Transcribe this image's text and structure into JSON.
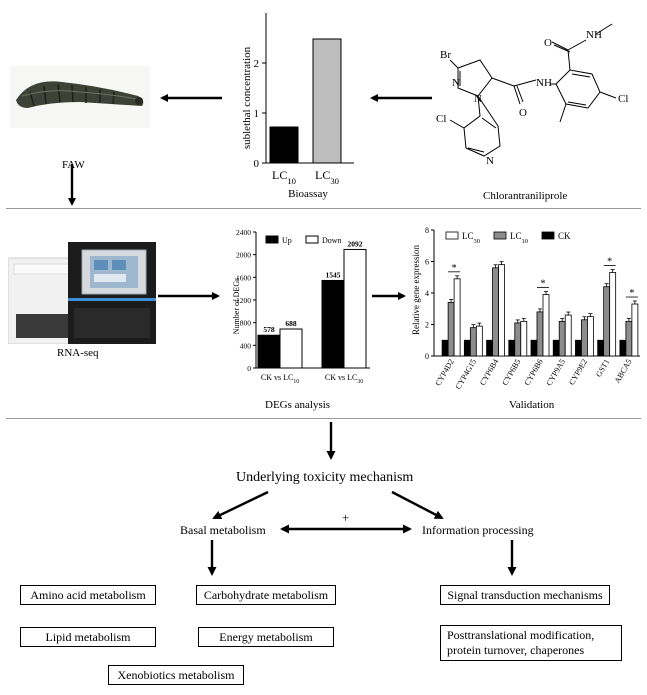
{
  "panel1": {
    "larva_label": "FAW",
    "compound_label": "Chlorantraniliprole",
    "bioassay": {
      "title": "Bioassay",
      "ylabel": "sublethal concentration",
      "atoms": [
        "Br",
        "N",
        "N",
        "O",
        "N",
        "H",
        "N",
        "H",
        "O",
        "Cl",
        "Cl",
        "N"
      ]
    }
  },
  "panel2": {
    "device_label": "RNA-seq",
    "degs_title": "DEGs analysis",
    "validation_title": "Validation"
  },
  "panel3": {
    "root": "Underlying toxicity mechanism",
    "plus": "+",
    "branch_left": "Basal metabolism",
    "branch_right": "Information processing",
    "left_boxes": [
      "Amino acid metabolism",
      "Carbohydrate metabolism",
      "Lipid metabolism",
      "Energy metabolism",
      "Xenobiotics metabolism"
    ],
    "right_boxes": [
      "Signal transduction mechanisms",
      "Posttranslational modification, protein turnover, chaperones"
    ]
  },
  "chart_data": [
    {
      "type": "bar",
      "title": "",
      "ylabel": "sublethal concentration",
      "xlabel": "Bioassay",
      "categories": [
        "LC10",
        "LC30"
      ],
      "values": [
        0.72,
        2.48
      ],
      "ylim": [
        0,
        3
      ],
      "yticks": [
        0,
        1,
        2
      ],
      "colors": [
        "#000000",
        "#bdbdbd"
      ]
    },
    {
      "type": "bar",
      "title": "",
      "ylabel": "Number of DEGs",
      "categories": [
        "CK vs LC10",
        "CK vs LC30"
      ],
      "series": [
        {
          "name": "Up",
          "values": [
            578,
            1545
          ],
          "color": "#000000"
        },
        {
          "name": "Down",
          "values": [
            688,
            2092
          ],
          "color": "#ffffff"
        }
      ],
      "ylim": [
        0,
        2400
      ],
      "yticks": [
        0,
        400,
        800,
        1200,
        1600,
        2000,
        2400
      ],
      "legend": "top"
    },
    {
      "type": "bar",
      "title": "",
      "ylabel": "Relative gene expression",
      "categories": [
        "CYP4D2",
        "CYP4G15",
        "CYP6B4",
        "CYP6B5",
        "CYP6B6",
        "CYP9A5",
        "CYP9E2",
        "GST1",
        "ABCA5"
      ],
      "series": [
        {
          "name": "CK",
          "values": [
            1,
            1,
            1,
            1,
            1,
            1,
            1,
            1,
            1
          ],
          "color": "#000000"
        },
        {
          "name": "LC10",
          "values": [
            3.4,
            1.8,
            5.6,
            2.1,
            2.8,
            2.2,
            2.3,
            4.4,
            2.2
          ],
          "color": "#8c8c8c"
        },
        {
          "name": "LC30",
          "values": [
            4.9,
            1.9,
            5.8,
            2.2,
            3.9,
            2.6,
            2.5,
            5.3,
            3.3
          ],
          "color": "#ffffff"
        }
      ],
      "significant": [
        "CYP4D2",
        "CYP6B6",
        "GST1",
        "ABCA5"
      ],
      "significance_mark": "*",
      "ylim": [
        0,
        8
      ],
      "yticks": [
        0,
        2,
        4,
        6,
        8
      ],
      "legend": "top"
    }
  ]
}
